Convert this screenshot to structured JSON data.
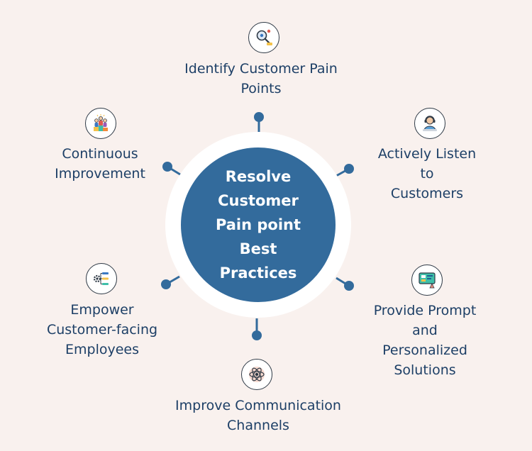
{
  "center": {
    "title": "Resolve\nCustomer\nPain point\nBest\nPractices"
  },
  "practices": [
    {
      "label": "Identify Customer Pain\nPoints",
      "icon": "magnifier-search-icon"
    },
    {
      "label": "Actively Listen to\nCustomers",
      "icon": "support-agent-headset-icon"
    },
    {
      "label": "Provide Prompt and\nPersonalized\nSolutions",
      "icon": "screen-solution-icon"
    },
    {
      "label": "Improve Communication\nChannels",
      "icon": "atom-network-icon"
    },
    {
      "label": "Empower\nCustomer-facing\nEmployees",
      "icon": "workflow-gear-icon"
    },
    {
      "label": "Continuous\nImprovement",
      "icon": "team-podium-icon"
    }
  ],
  "colors": {
    "background": "#f9f1ee",
    "hub": "#336b9c",
    "label": "#1d3f66",
    "connector": "#336b9c"
  }
}
